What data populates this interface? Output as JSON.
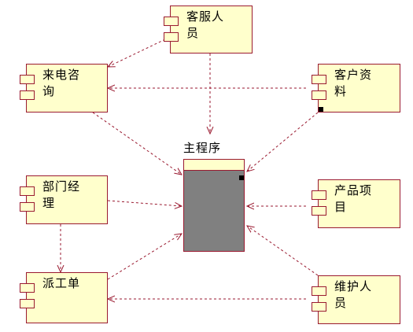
{
  "diagram": {
    "main": {
      "label": "主程序"
    },
    "components": {
      "customer_service": {
        "label": "客服人\n员"
      },
      "phone_inquiry": {
        "label": "来电咨\n询"
      },
      "customer_data": {
        "label": "客户资\n料"
      },
      "dept_manager": {
        "label": "部门经\n理"
      },
      "product_items": {
        "label": "产品项\n目"
      },
      "dispatch_order": {
        "label": "派工单"
      },
      "maintenance_staff": {
        "label": "维护人\n员"
      }
    },
    "colors": {
      "component_fill": "#ffffcc",
      "border": "#9a1a30",
      "arrow": "#9a1a30",
      "main_body": "#808080"
    }
  }
}
